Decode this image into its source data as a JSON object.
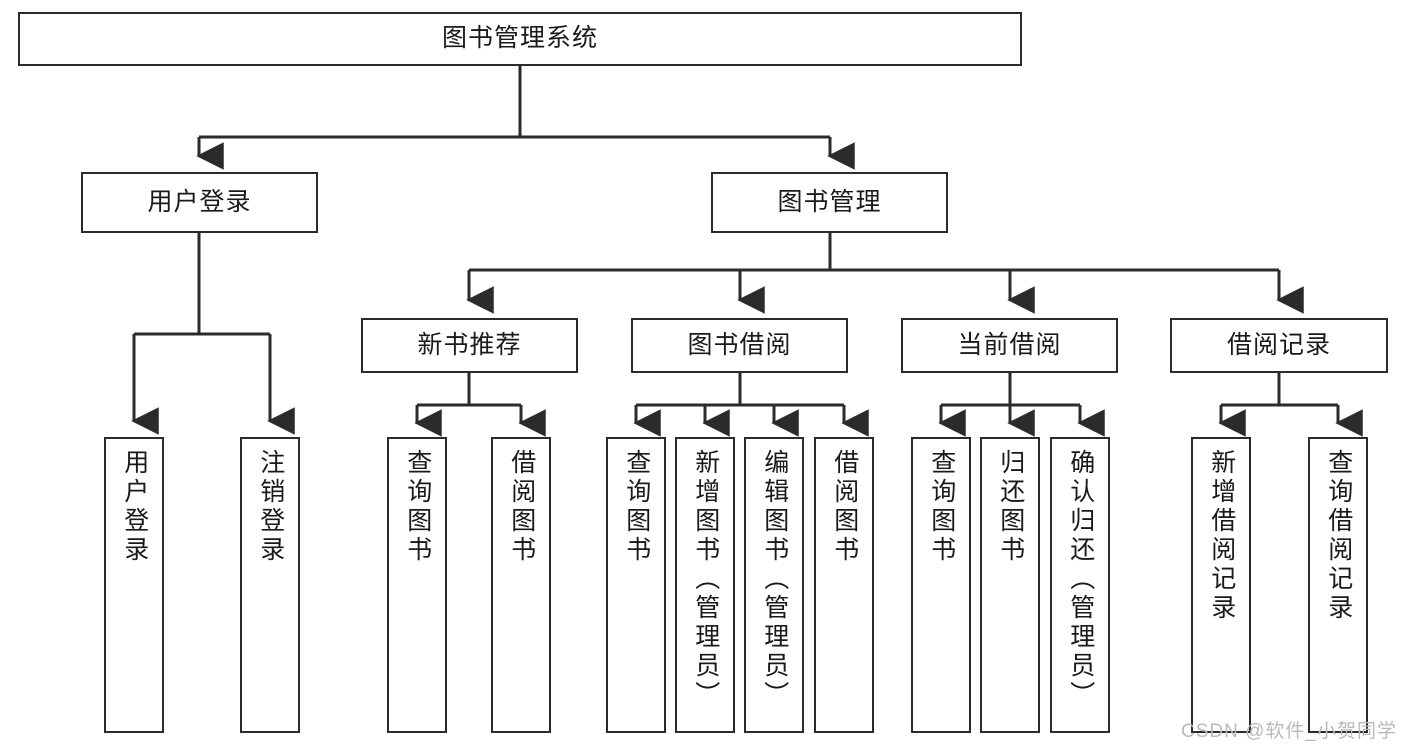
{
  "diagram": {
    "title": "图书管理系统",
    "type": "tree-hierarchy-chart",
    "watermark": "CSDN @软件_小贺同学",
    "colors": {
      "background": "#ffffff",
      "node_fill": "#ffffff",
      "node_border": "#2b2b2b",
      "edge": "#2b2b2b",
      "text": "#1a1a1a",
      "watermark": "#b9b9b9"
    },
    "root": {
      "label": "图书管理系统"
    },
    "level2": [
      {
        "label": "用户登录"
      },
      {
        "label": "图书管理"
      }
    ],
    "level3": [
      {
        "label": "新书推荐"
      },
      {
        "label": "图书借阅"
      },
      {
        "label": "当前借阅"
      },
      {
        "label": "借阅记录"
      }
    ],
    "leaves": {
      "user_login": [
        {
          "label": "用户登录"
        },
        {
          "label": "注销登录"
        }
      ],
      "new_book_recommend": [
        {
          "label": "查询图书"
        },
        {
          "label": "借阅图书"
        }
      ],
      "book_borrow": [
        {
          "label": "查询图书"
        },
        {
          "label": "新增图书（管理员）"
        },
        {
          "label": "编辑图书（管理员）"
        },
        {
          "label": "借阅图书"
        }
      ],
      "current_borrow": [
        {
          "label": "查询图书"
        },
        {
          "label": "归还图书"
        },
        {
          "label": "确认归还（管理员）"
        }
      ],
      "borrow_record": [
        {
          "label": "新增借阅记录"
        },
        {
          "label": "查询借阅记录"
        }
      ]
    }
  }
}
